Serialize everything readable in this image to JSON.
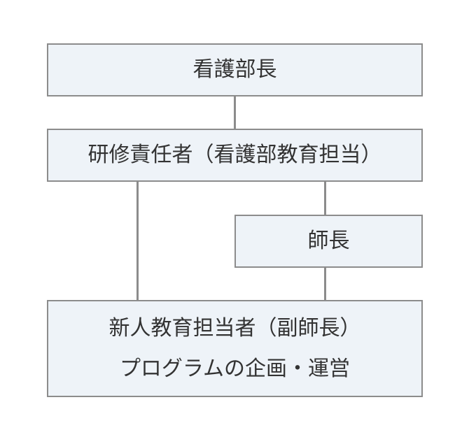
{
  "nodes": {
    "director": {
      "label": "看護部長"
    },
    "training_manager": {
      "label": "研修責任者（看護部教育担当）"
    },
    "head_nurse": {
      "label": "師長"
    },
    "new_staff_educator": {
      "label_line1": "新人教育担当者（副師長）",
      "label_line2": "プログラムの企画・運営"
    }
  },
  "colors": {
    "box_fill": "#eef3f8",
    "box_border": "#8c8c8c",
    "connector": "#8c8c8c",
    "text": "#333333"
  }
}
